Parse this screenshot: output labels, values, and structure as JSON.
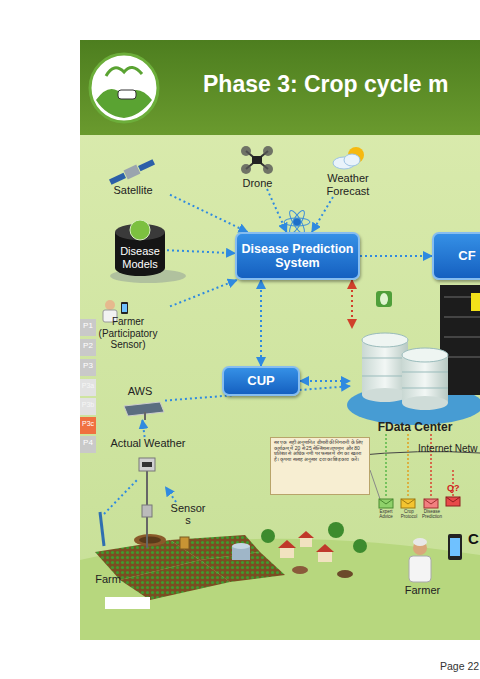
{
  "diagram": {
    "title": "Phase 3: Crop cycle m",
    "nodes": [
      {
        "text": [
          "Satellite"
        ]
      },
      {
        "text": [
          "Drone"
        ]
      },
      {
        "text": [
          "Weather Forecast"
        ]
      },
      {
        "text": [
          "Disease Models"
        ]
      },
      {
        "text": [
          "Disease Prediction System"
        ]
      },
      {
        "text": [
          "CF"
        ]
      },
      {
        "text": [
          "Farmer (Participatory Sensor)"
        ]
      },
      {
        "text": [
          "CUP"
        ]
      },
      {
        "text": [
          "AWS"
        ]
      },
      {
        "text": [
          "FData Center"
        ]
      },
      {
        "text": [
          "Actual Weather"
        ]
      },
      {
        "text": [
          "Sensor s"
        ]
      },
      {
        "text": [
          "सर एक सही अनुमानित बीमारी की निगरानी के लिए कार्यक्रम में 20 से 25 सेल्सियस तापमान और 80 प्रतिशत से अधिक नमी पर फसल में रोग का खतरा है। कृपया सलाह अनुसार दवा का छिड़काव करें।"
        ]
      },
      {
        "text": [
          "Farm"
        ]
      },
      {
        "text": [
          "Farmer"
        ]
      }
    ],
    "edges": [
      {
        "from": 0,
        "to": 4,
        "arrow": "to"
      },
      {
        "from": 1,
        "to": 4,
        "arrow": "to"
      },
      {
        "from": 2,
        "to": 4,
        "arrow": "to"
      },
      {
        "from": 3,
        "to": 4,
        "arrow": "to"
      },
      {
        "from": 6,
        "to": 4,
        "arrow": "to"
      },
      {
        "from": 4,
        "to": 7,
        "arrow": "both"
      },
      {
        "from": 4,
        "to": 5,
        "arrow": "to"
      },
      {
        "from": 4,
        "to": 9,
        "arrow": "both"
      },
      {
        "from": 7,
        "to": 9,
        "arrow": "both"
      },
      {
        "from": 8,
        "to": 9,
        "arrow": "to"
      },
      {
        "from": 10,
        "to": 8,
        "arrow": "to"
      },
      {
        "from": 11,
        "to": 10,
        "arrow": "to"
      }
    ],
    "labels": [
      "P1",
      "P2",
      "P3",
      "P3a",
      "P3b",
      "P3c",
      "P4",
      "Internet Netw",
      "Expert Advice",
      "Crop Protocol",
      "Disease Prediction",
      "Q?",
      "C",
      "Page 22"
    ]
  }
}
